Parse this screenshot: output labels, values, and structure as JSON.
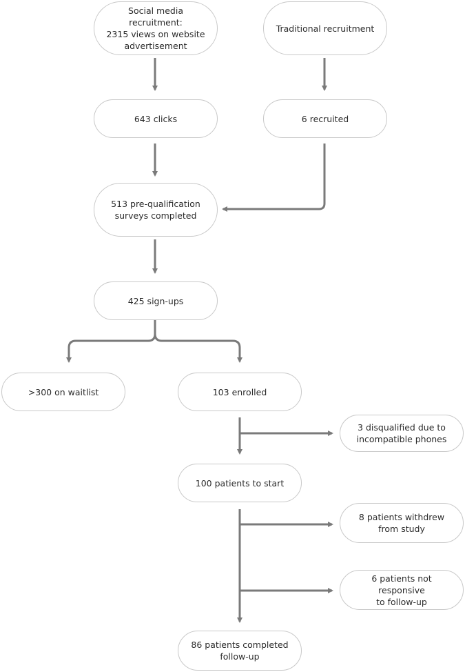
{
  "nodes": {
    "social": "Social media recruitment:\n2315 views on website\nadvertisement",
    "traditional": "Traditional recruitment",
    "clicks": "643 clicks",
    "recruited": "6 recruited",
    "prequal": "513 pre-qualification\nsurveys completed",
    "signups": "425 sign-ups",
    "waitlist": ">300 on waitlist",
    "enrolled": "103 enrolled",
    "disqualified": "3 disqualified due to\nincompatible phones",
    "start": "100 patients to start",
    "withdrew": "8 patients withdrew\nfrom study",
    "unresponsive": "6 patients not responsive\nto follow-up",
    "completed": "86 patients completed\nfollow-up"
  },
  "colors": {
    "arrow": "#7a7a7a",
    "border": "#c8c8c8",
    "text": "#2b2b2b"
  }
}
